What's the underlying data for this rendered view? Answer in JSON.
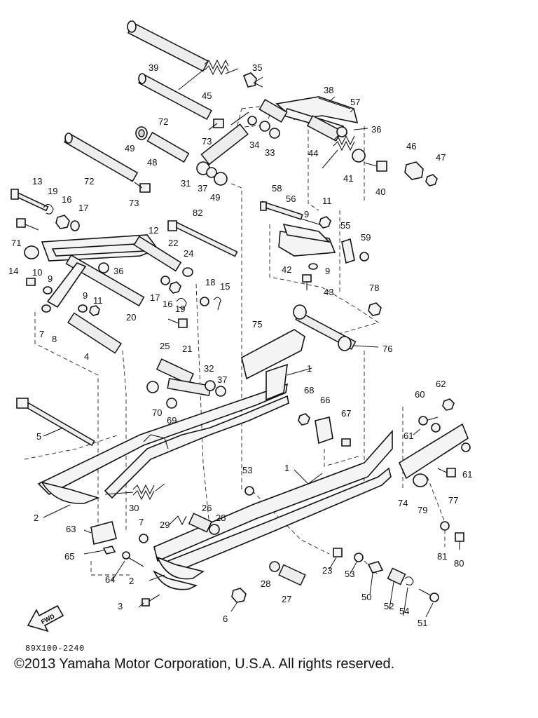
{
  "diagram": {
    "drawing_code": "89X100-2240",
    "copyright": "©2013 Yamaha Motor Corporation, U.S.A. All rights reserved.",
    "direction_arrow_label": "FWD",
    "callouts": [
      "1",
      "2",
      "3",
      "4",
      "5",
      "6",
      "7",
      "8",
      "9",
      "10",
      "11",
      "12",
      "13",
      "14",
      "15",
      "16",
      "17",
      "18",
      "19",
      "20",
      "21",
      "22",
      "23",
      "24",
      "25",
      "26",
      "27",
      "28",
      "29",
      "30",
      "31",
      "32",
      "33",
      "34",
      "35",
      "36",
      "37",
      "38",
      "39",
      "40",
      "41",
      "42",
      "43",
      "44",
      "45",
      "46",
      "47",
      "48",
      "49",
      "50",
      "51",
      "52",
      "53",
      "54",
      "55",
      "56",
      "57",
      "58",
      "59",
      "60",
      "61",
      "62",
      "63",
      "64",
      "65",
      "66",
      "67",
      "68",
      "69",
      "70",
      "71",
      "72",
      "73",
      "74",
      "75",
      "76",
      "77",
      "78",
      "79",
      "80",
      "81",
      "82"
    ]
  }
}
